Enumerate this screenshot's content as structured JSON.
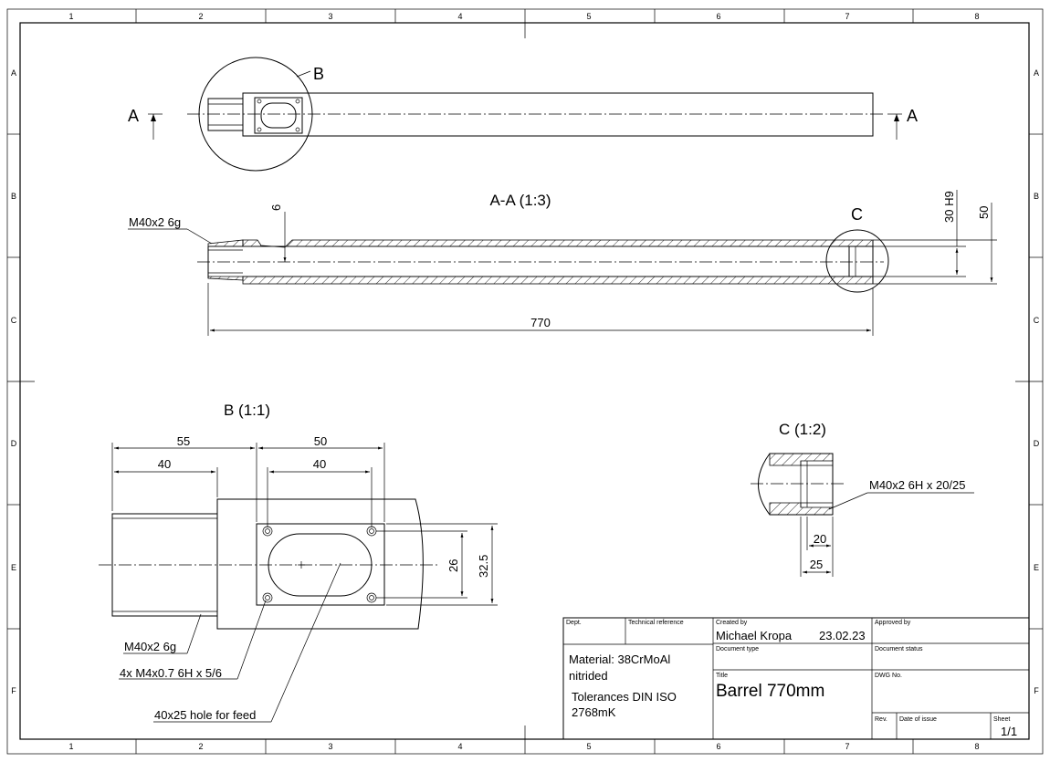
{
  "zones": {
    "columns": [
      "1",
      "2",
      "3",
      "4",
      "5",
      "6",
      "7",
      "8"
    ],
    "rows": [
      "A",
      "B",
      "C",
      "D",
      "E",
      "F"
    ]
  },
  "views": {
    "top_detail_label": "B",
    "section_marker_left": "A",
    "section_marker_right": "A",
    "section_title": "A-A (1:3)",
    "detail_c_marker": "C",
    "detail_b_title": "B (1:1)",
    "detail_c_title": "C (1:2)"
  },
  "dimensions": {
    "section": {
      "thread": "M40x2 6g",
      "depth": "6",
      "bore": "30 H9",
      "outer": "50",
      "length": "770"
    },
    "detail_b": {
      "d55": "55",
      "d40a": "40",
      "d50": "50",
      "d40b": "40",
      "d26": "26",
      "d32_5": "32.5",
      "thread": "M40x2 6g",
      "holes": "4x M4x0.7 6H x 5/6",
      "feed": "40x25 hole for feed"
    },
    "detail_c": {
      "thread": "M40x2 6H x 20/25",
      "d20": "20",
      "d25": "25"
    }
  },
  "title_block": {
    "dept_label": "Dept.",
    "tech_ref_label": "Technical reference",
    "created_by_label": "Created by",
    "created_by": "Michael Kropa",
    "created_date": "23.02.23",
    "approved_by_label": "Approved by",
    "doc_type_label": "Document type",
    "doc_status_label": "Document status",
    "material_line1": "Material: 38CrMoAl",
    "material_line2": "nitrided",
    "tolerance_line1": "Tolerances DIN ISO",
    "tolerance_line2": "2768mK",
    "title_label": "Title",
    "title": "Barrel 770mm",
    "dwg_no_label": "DWG No.",
    "rev_label": "Rev.",
    "date_issue_label": "Date of issue",
    "sheet_label": "Sheet",
    "sheet": "1/1"
  }
}
